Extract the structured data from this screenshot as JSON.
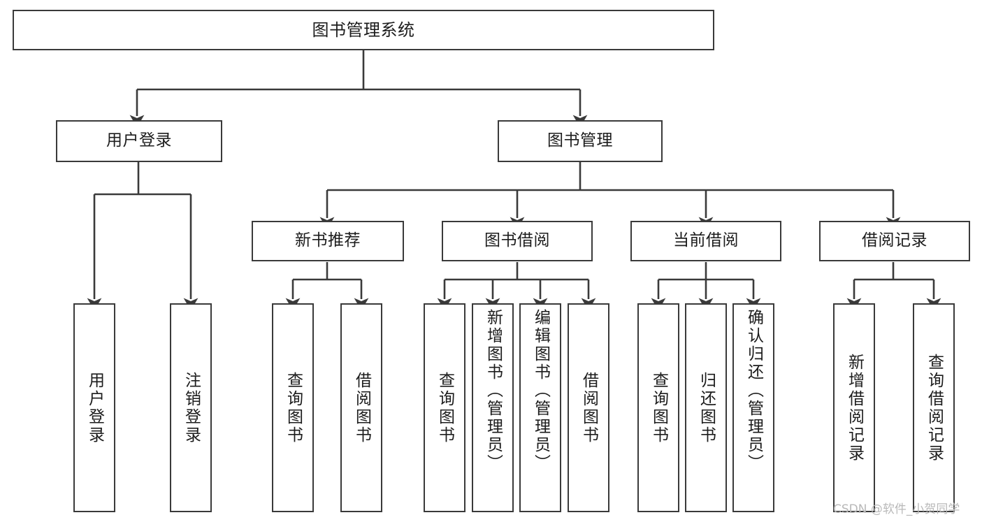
{
  "diagram": {
    "title": "图书管理系统",
    "type": "功能结构图",
    "watermark": "CSDN @软件_小贺同学",
    "colors": {
      "box_border": "#3a3a3a",
      "box_fill": "#ffffff",
      "connector": "#3a3a3a",
      "text": "#1c1c1c",
      "watermark": "#b9b9b9",
      "background": "#ffffff"
    },
    "nodes": {
      "root": {
        "label": "图书管理系统"
      },
      "level2": [
        {
          "id": "user-login",
          "label": "用户登录"
        },
        {
          "id": "book-manage",
          "label": "图书管理"
        }
      ],
      "level3": [
        {
          "id": "new-book-recommend",
          "label": "新书推荐"
        },
        {
          "id": "book-borrow",
          "label": "图书借阅"
        },
        {
          "id": "current-borrow",
          "label": "当前借阅"
        },
        {
          "id": "borrow-record",
          "label": "借阅记录"
        }
      ],
      "leaves": {
        "user-login": [
          {
            "id": "leaf-user-login",
            "label": "用户登录"
          },
          {
            "id": "leaf-logout-login",
            "label": "注销登录"
          }
        ],
        "new-book-recommend": [
          {
            "id": "leaf-query-book-1",
            "label": "查询图书"
          },
          {
            "id": "leaf-borrow-book-1",
            "label": "借阅图书"
          }
        ],
        "book-borrow": [
          {
            "id": "leaf-query-book-2",
            "label": "查询图书"
          },
          {
            "id": "leaf-add-book",
            "label": "新增图书（管理员）"
          },
          {
            "id": "leaf-edit-book",
            "label": "编辑图书（管理员）"
          },
          {
            "id": "leaf-borrow-book-2",
            "label": "借阅图书"
          }
        ],
        "current-borrow": [
          {
            "id": "leaf-query-book-3",
            "label": "查询图书"
          },
          {
            "id": "leaf-return-book",
            "label": "归还图书"
          },
          {
            "id": "leaf-confirm-return",
            "label": "确认归还（管理员）"
          }
        ],
        "borrow-record": [
          {
            "id": "leaf-add-record",
            "label": "新增借阅记录"
          },
          {
            "id": "leaf-query-record",
            "label": "查询借阅记录"
          }
        ]
      }
    }
  }
}
